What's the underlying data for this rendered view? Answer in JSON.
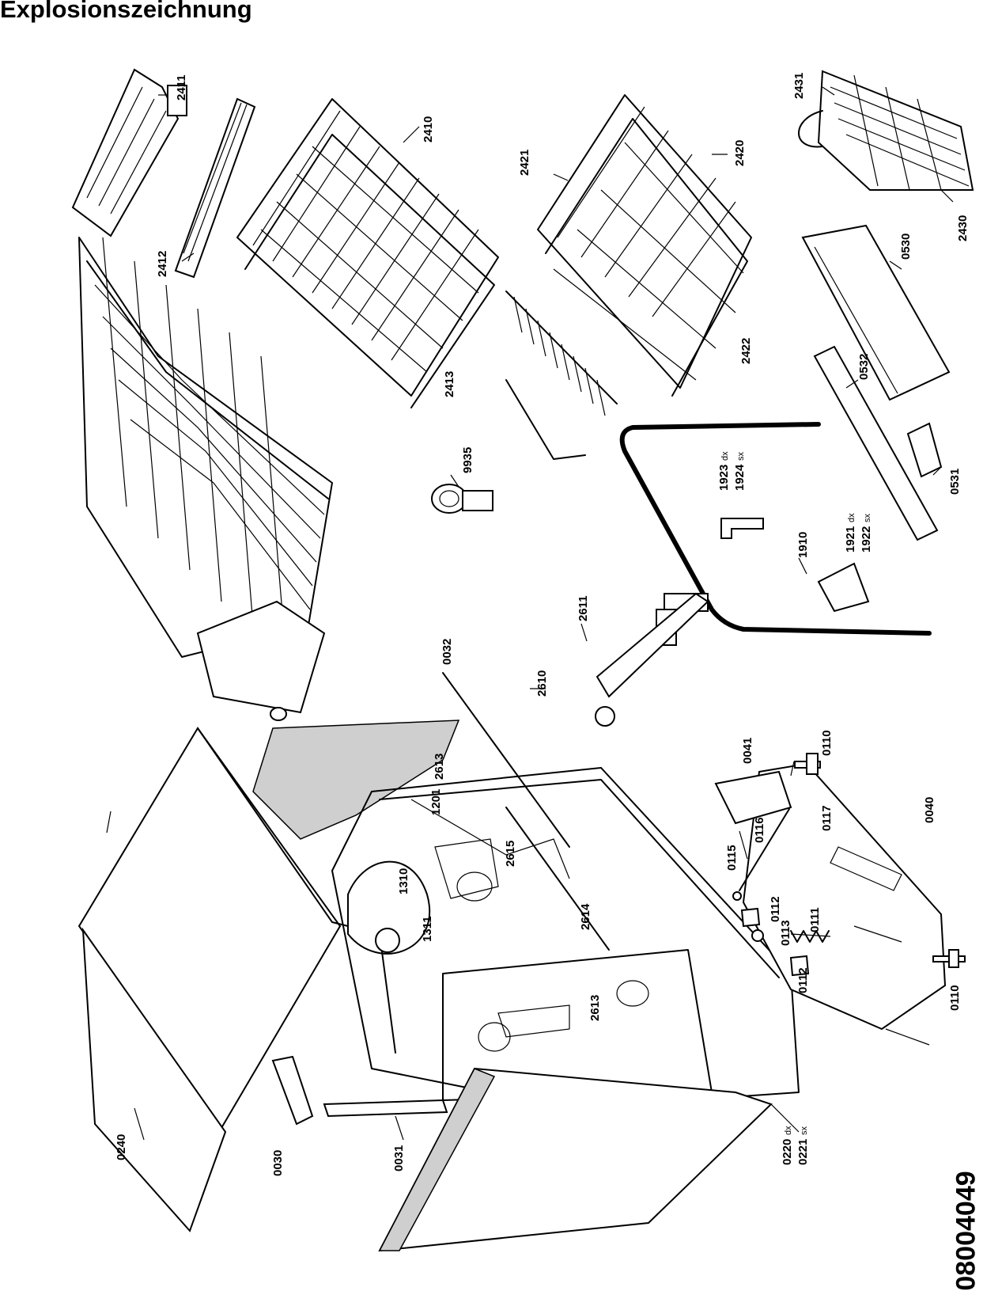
{
  "title": "Explosionszeichnung",
  "document_number": "08004049",
  "part_labels": {
    "p2411": "2411",
    "p2412": "2412",
    "p2410": "2410",
    "p2413": "2413",
    "p2421": "2421",
    "p2420": "2420",
    "p2422": "2422",
    "p2431": "2431",
    "p2430": "2430",
    "p0530": "0530",
    "p0532": "0532",
    "p0531": "0531",
    "p9935": "9935",
    "p1923": "1923",
    "p1923_suffix": "dx",
    "p1924": "1924",
    "p1924_suffix": "sx",
    "p1921": "1921",
    "p1921_suffix": "dx",
    "p1922": "1922",
    "p1922_suffix": "sx",
    "p1910": "1910",
    "p2611": "2611",
    "p0032": "0032",
    "p2610": "2610",
    "p2613a": "2613",
    "p1201": "1201",
    "p2615": "2615",
    "p1310": "1310",
    "p1311": "1311",
    "p2614": "2614",
    "p2613b": "2613",
    "p0041": "0041",
    "p0110a": "0110",
    "p0116": "0116",
    "p0117": "0117",
    "p0115": "0115",
    "p0112a": "0112",
    "p0113": "0113",
    "p0111": "0111",
    "p0112b": "0112",
    "p0110b": "0110",
    "p0040": "0040",
    "p0240": "0240",
    "p0030": "0030",
    "p0031": "0031",
    "p0220": "0220",
    "p0220_suffix": "dx",
    "p0221": "0221",
    "p0221_suffix": "sx"
  }
}
